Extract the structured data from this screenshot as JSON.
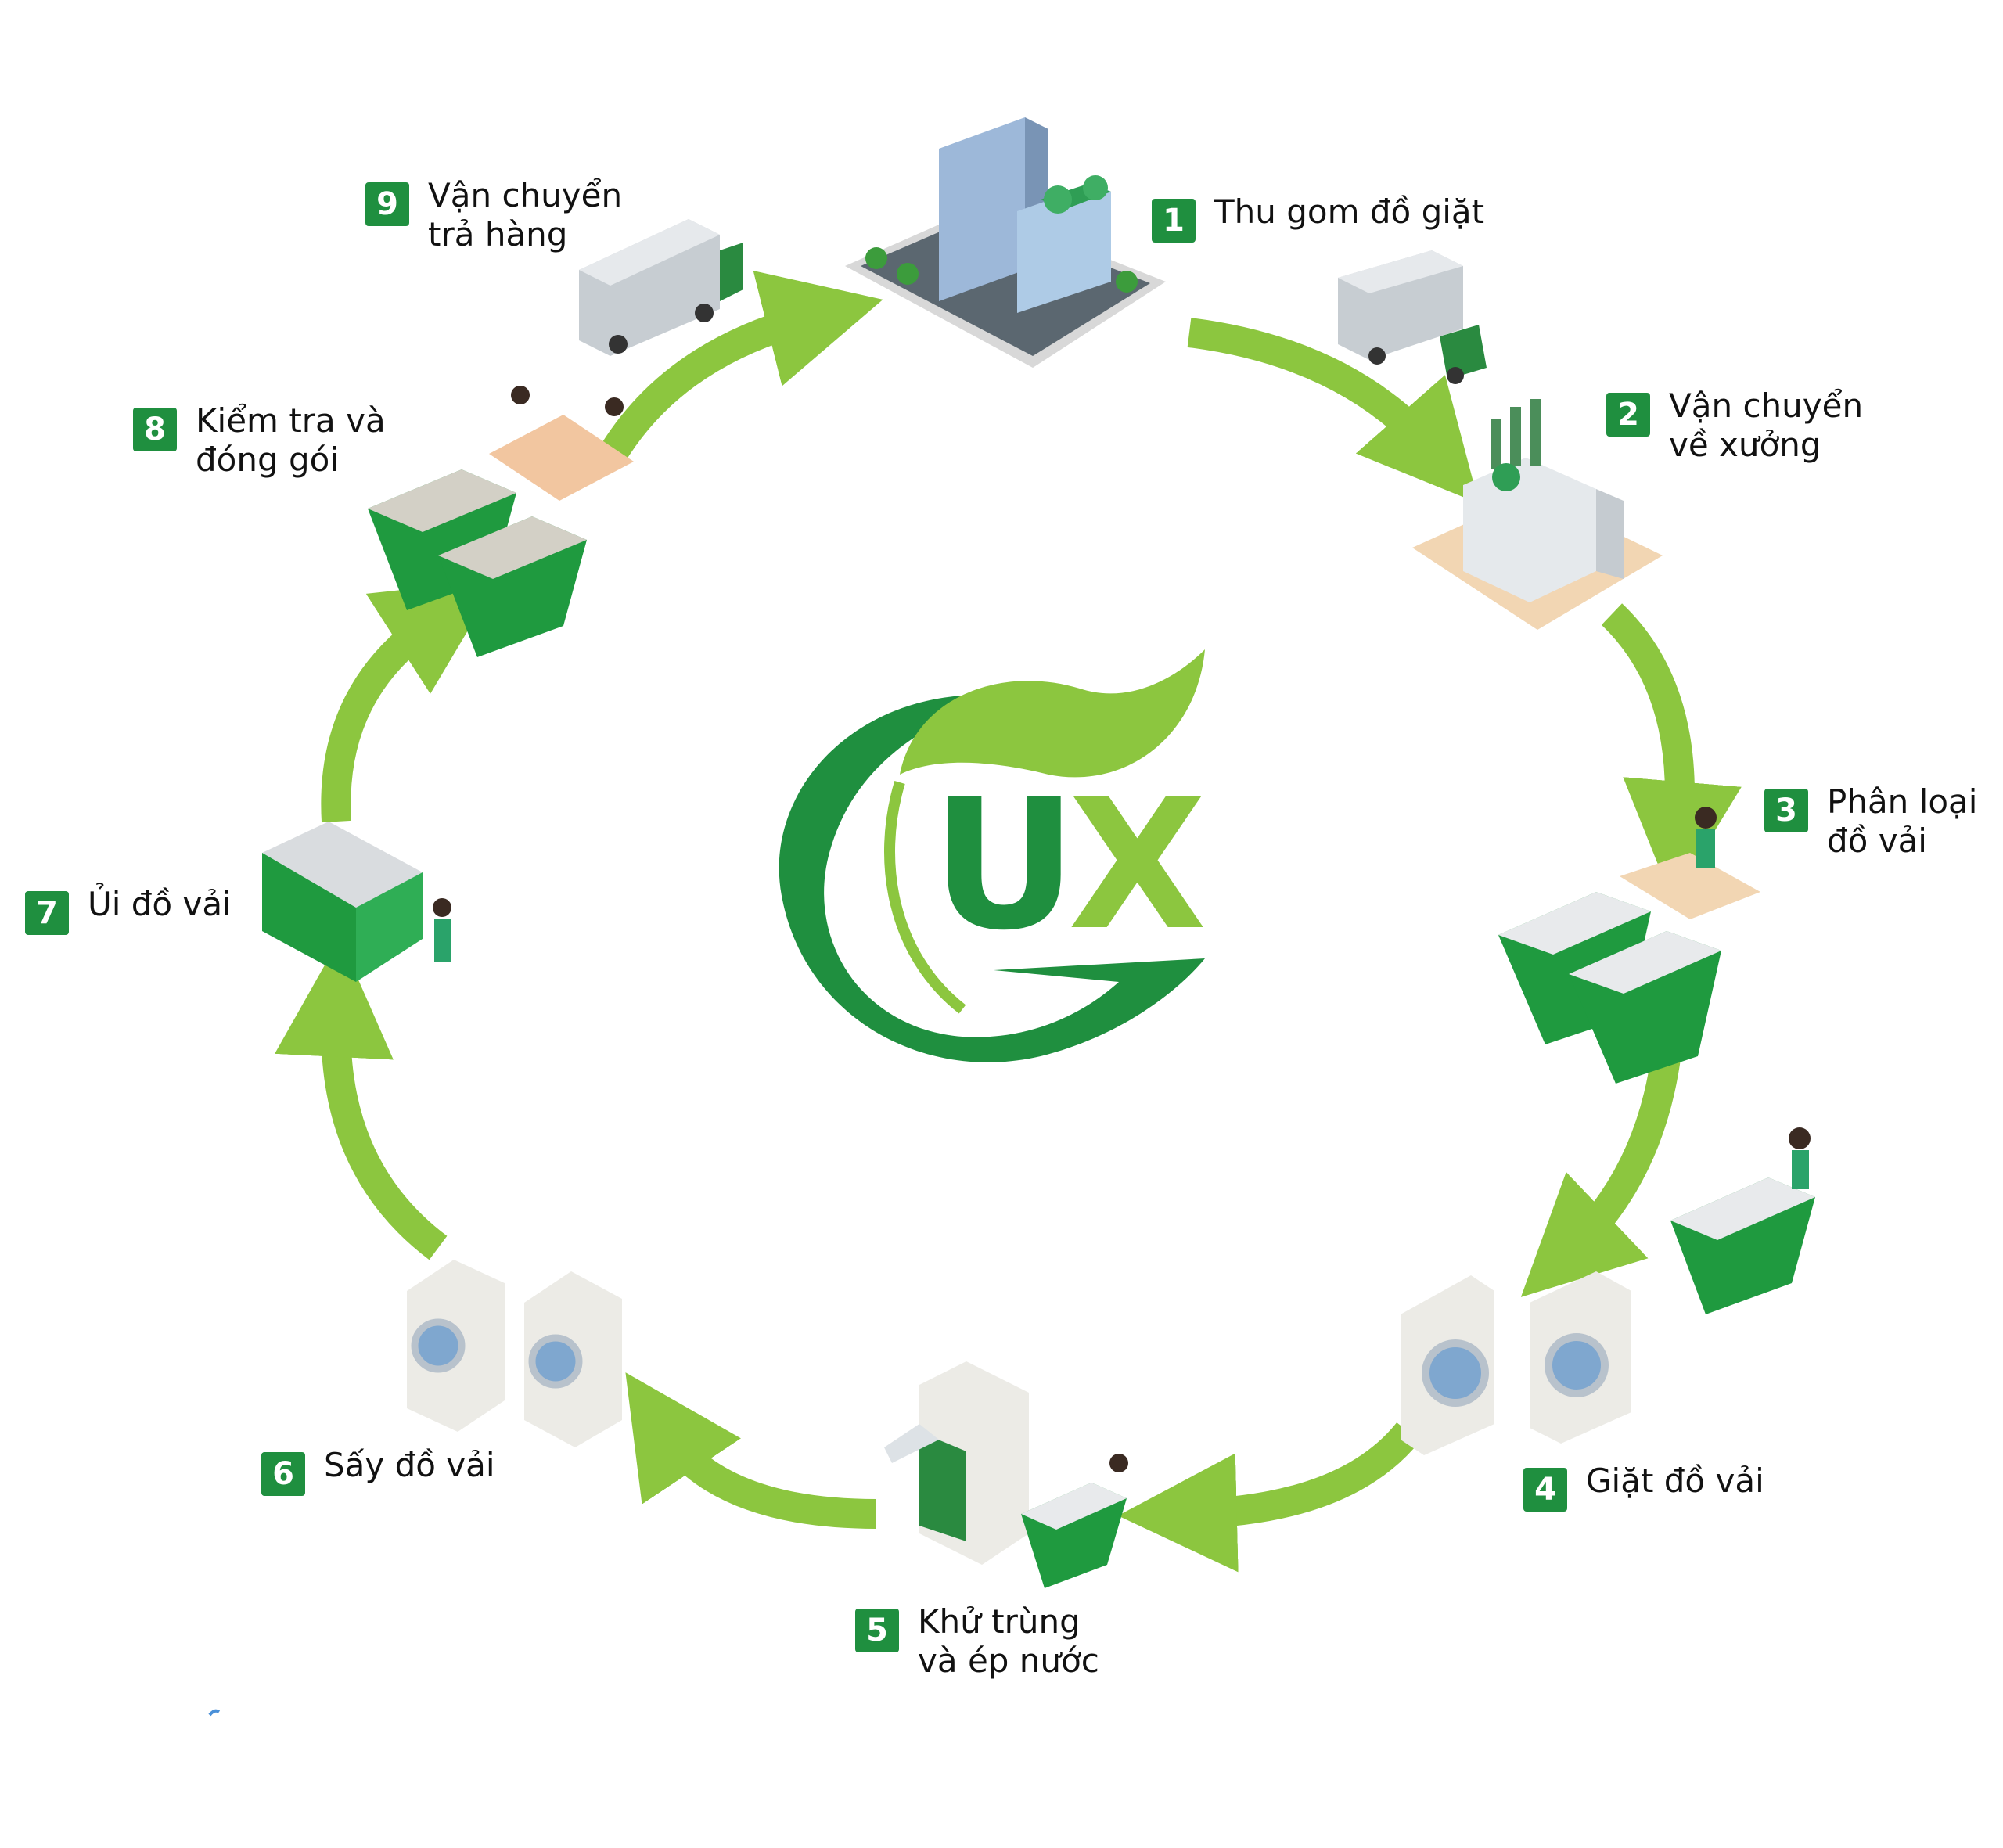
{
  "colors": {
    "arrow": "#8cc63f",
    "badge": "#1f8f3f",
    "logo_dark": "#1f8f3f",
    "logo_light": "#8cc63f"
  },
  "logo": {
    "letter_u": "U",
    "letter_x": "X"
  },
  "steps": [
    {
      "number": "1",
      "lines": [
        "Thu gom đồ giặt"
      ],
      "icon": "hospital-building-icon"
    },
    {
      "number": "2",
      "lines": [
        "Vận chuyển",
        "về xưởng"
      ],
      "icon": "truck-and-factory-icon"
    },
    {
      "number": "3",
      "lines": [
        "Phân loại",
        "đồ vải"
      ],
      "icon": "sorting-carts-icon"
    },
    {
      "number": "4",
      "lines": [
        "Giặt đồ vải"
      ],
      "icon": "washing-machines-icon"
    },
    {
      "number": "5",
      "lines": [
        "Khử trùng",
        "và ép nước"
      ],
      "icon": "disinfection-press-icon"
    },
    {
      "number": "6",
      "lines": [
        "Sấy đồ vải"
      ],
      "icon": "dryers-icon"
    },
    {
      "number": "7",
      "lines": [
        "Ủi đồ vải"
      ],
      "icon": "ironing-machine-icon"
    },
    {
      "number": "8",
      "lines": [
        "Kiểm tra và",
        "đóng gói"
      ],
      "icon": "inspection-packing-icon"
    },
    {
      "number": "9",
      "lines": [
        "Vận chuyển",
        "trả hàng"
      ],
      "icon": "delivery-truck-icon"
    }
  ]
}
